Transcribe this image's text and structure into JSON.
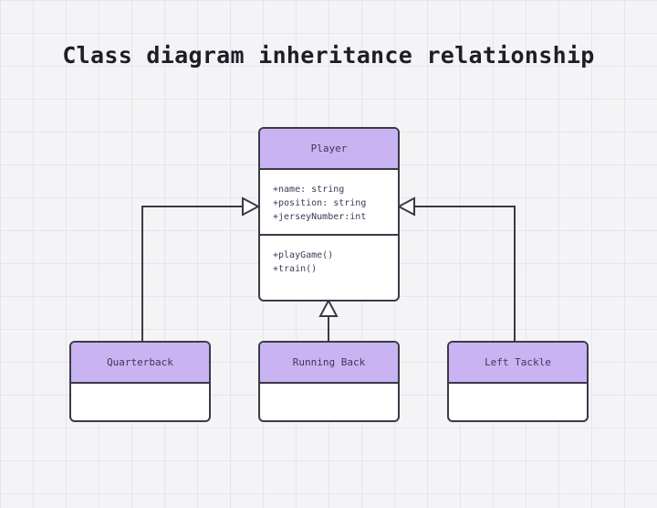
{
  "title": "Class diagram inheritance relationship",
  "parent": {
    "name": "Player",
    "attributes": [
      "+name: string",
      "+position: string",
      "+jerseyNumber:int"
    ],
    "methods": [
      "+playGame()",
      "+train()"
    ]
  },
  "children": [
    {
      "name": "Quarterback"
    },
    {
      "name": "Running Back"
    },
    {
      "name": "Left Tackle"
    }
  ],
  "colors": {
    "header": "#c9b3f2",
    "border": "#3a3a48"
  }
}
